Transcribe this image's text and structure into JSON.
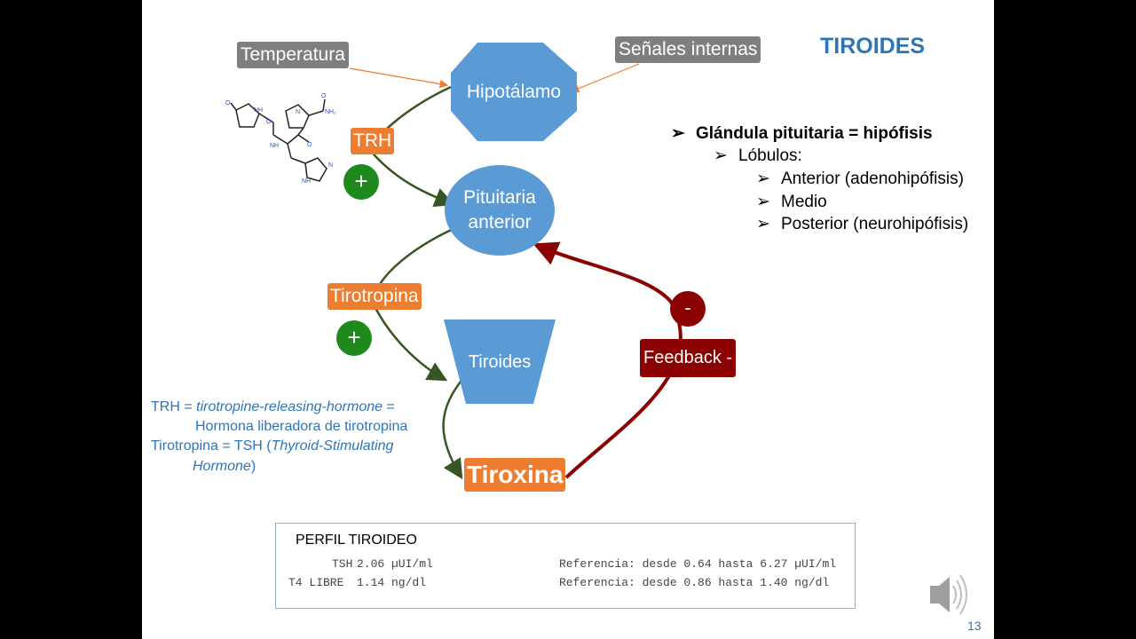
{
  "slide": {
    "title": "TIROIDES",
    "page_number": "13"
  },
  "diagram": {
    "inputs": {
      "temperature": "Temperatura",
      "internal_signals": "Señales internas"
    },
    "nodes": {
      "hypothalamus": "Hipotálamo",
      "pituitary_line1": "Pituitaria",
      "pituitary_line2": "anterior",
      "thyroid": "Tiroides",
      "thyroxine": "Tiroxina"
    },
    "hormones": {
      "trh": "TRH",
      "thyrotropin": "Tirotropina"
    },
    "signs": {
      "plus": "+",
      "minus": "-"
    },
    "feedback_label": "Feedback -",
    "colors": {
      "blue_shape": "#5b9bd5",
      "orange": "#ed7d31",
      "gray": "#7f7f7f",
      "green_arrow": "#375623",
      "green_circle": "#1e8a1e",
      "dark_red": "#8b0000",
      "title_blue": "#2e75b6"
    }
  },
  "bullets": {
    "level1": "Glándula pituitaria = hipófisis",
    "level2": "Lóbulos:",
    "level3": [
      "Anterior (adenohipófisis)",
      "Medio",
      "Posterior (neurohipófisis)"
    ]
  },
  "notes": {
    "trh_prefix": "TRH = ",
    "trh_term": "tirotropine-releasing-hormone",
    "trh_suffix": " =",
    "trh_translation": "Hormona liberadora de tirotropina",
    "tsh_prefix": "Tirotropina = TSH (",
    "tsh_term_line1": "Thyroid-Stimulating",
    "tsh_term_line2": "Hormone",
    "tsh_suffix": ")"
  },
  "lab_report": {
    "title": "PERFIL TIROIDEO",
    "rows": [
      {
        "label": "TSH",
        "value": "2.06 µUI/ml",
        "reference": "Referencia: desde 0.64 hasta 6.27 µUI/ml"
      },
      {
        "label": "T4  LIBRE",
        "value": "1.14 ng/dl",
        "reference": "Referencia: desde 0.86 hasta 1.40 ng/dl"
      }
    ]
  },
  "icons": [
    "speaker-icon",
    "molecule-structure-icon"
  ]
}
